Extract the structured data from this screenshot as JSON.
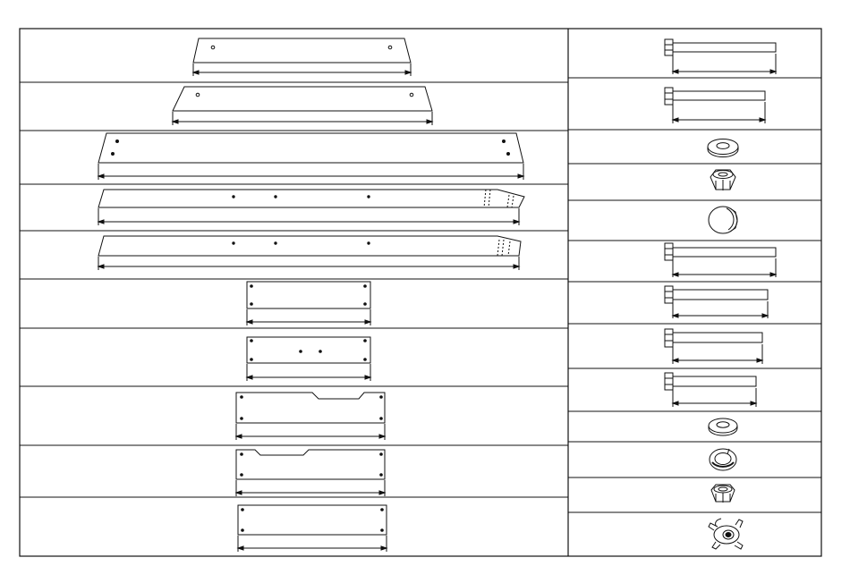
{
  "sheet": {
    "background": "#ffffff",
    "line_color": "#111111",
    "panel_count": 10,
    "hardware_count": 13
  },
  "panels": [
    {
      "name": "panel-top-rail-short",
      "shape": "trapezoid-rail",
      "holes": 2
    },
    {
      "name": "panel-top-rail-long",
      "shape": "trapezoid-rail",
      "holes": 2
    },
    {
      "name": "panel-base-board",
      "shape": "trapezoid-board",
      "holes": 4
    },
    {
      "name": "panel-side-rail-left",
      "shape": "angled-rail",
      "holes": 3
    },
    {
      "name": "panel-side-rail-right",
      "shape": "angled-rail",
      "holes": 3
    },
    {
      "name": "panel-small-board-a",
      "shape": "rectangle",
      "holes": 4
    },
    {
      "name": "panel-small-board-b",
      "shape": "rectangle",
      "holes": 6
    },
    {
      "name": "panel-notched-board-a",
      "shape": "notched-right",
      "holes": 4
    },
    {
      "name": "panel-notched-board-b",
      "shape": "notched-left",
      "holes": 4
    },
    {
      "name": "panel-plain-board",
      "shape": "rectangle",
      "holes": 4
    }
  ],
  "hardware": [
    {
      "name": "hex-bolt-long",
      "kind": "bolt",
      "length": 1.0
    },
    {
      "name": "hex-bolt-medium",
      "kind": "bolt",
      "length": 0.88
    },
    {
      "name": "flat-washer",
      "kind": "washer"
    },
    {
      "name": "lock-nut",
      "kind": "lock-nut"
    },
    {
      "name": "cap-nut",
      "kind": "cap-nut"
    },
    {
      "name": "hex-bolt-long-b",
      "kind": "bolt",
      "length": 1.0
    },
    {
      "name": "hex-bolt-medium-b",
      "kind": "bolt",
      "length": 0.94
    },
    {
      "name": "hex-bolt-short",
      "kind": "bolt",
      "length": 0.88
    },
    {
      "name": "hex-bolt-shortest",
      "kind": "bolt",
      "length": 0.82
    },
    {
      "name": "flat-washer-small",
      "kind": "washer"
    },
    {
      "name": "spring-washer",
      "kind": "spring-washer"
    },
    {
      "name": "hex-nut",
      "kind": "hex-nut"
    },
    {
      "name": "tee-nut",
      "kind": "tee-nut"
    }
  ]
}
